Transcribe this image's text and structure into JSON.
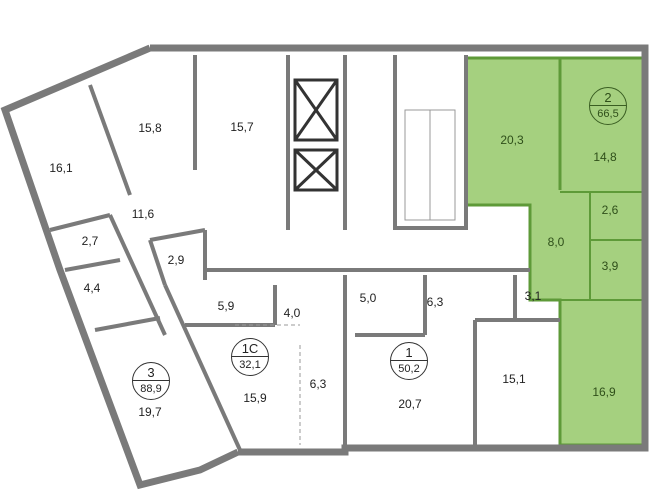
{
  "colors": {
    "wall": "#7a7a7a",
    "wall_dark": "#333333",
    "highlight": "#a5d07f",
    "highlight_line": "#5e9a38"
  },
  "apartments": [
    {
      "number": "3",
      "area": "88,9"
    },
    {
      "number": "1С",
      "area": "32,1"
    },
    {
      "number": "1",
      "area": "50,2"
    },
    {
      "number": "2",
      "area": "66,5",
      "highlighted": true
    }
  ],
  "rooms": {
    "r161": "16,1",
    "r158": "15,8",
    "r157": "15,7",
    "r116": "11,6",
    "r27": "2,7",
    "r29": "2,9",
    "r44": "4,4",
    "r59": "5,9",
    "r40": "4,0",
    "r50": "5,0",
    "r63a": "6,3",
    "r31": "3,1",
    "r203": "20,3",
    "r148": "14,8",
    "r26": "2,6",
    "r80": "8,0",
    "r39": "3,9",
    "r169": "16,9",
    "r151": "15,1",
    "r207": "20,7",
    "r159": "15,9",
    "r63b": "6,3",
    "r197": "19,7"
  }
}
